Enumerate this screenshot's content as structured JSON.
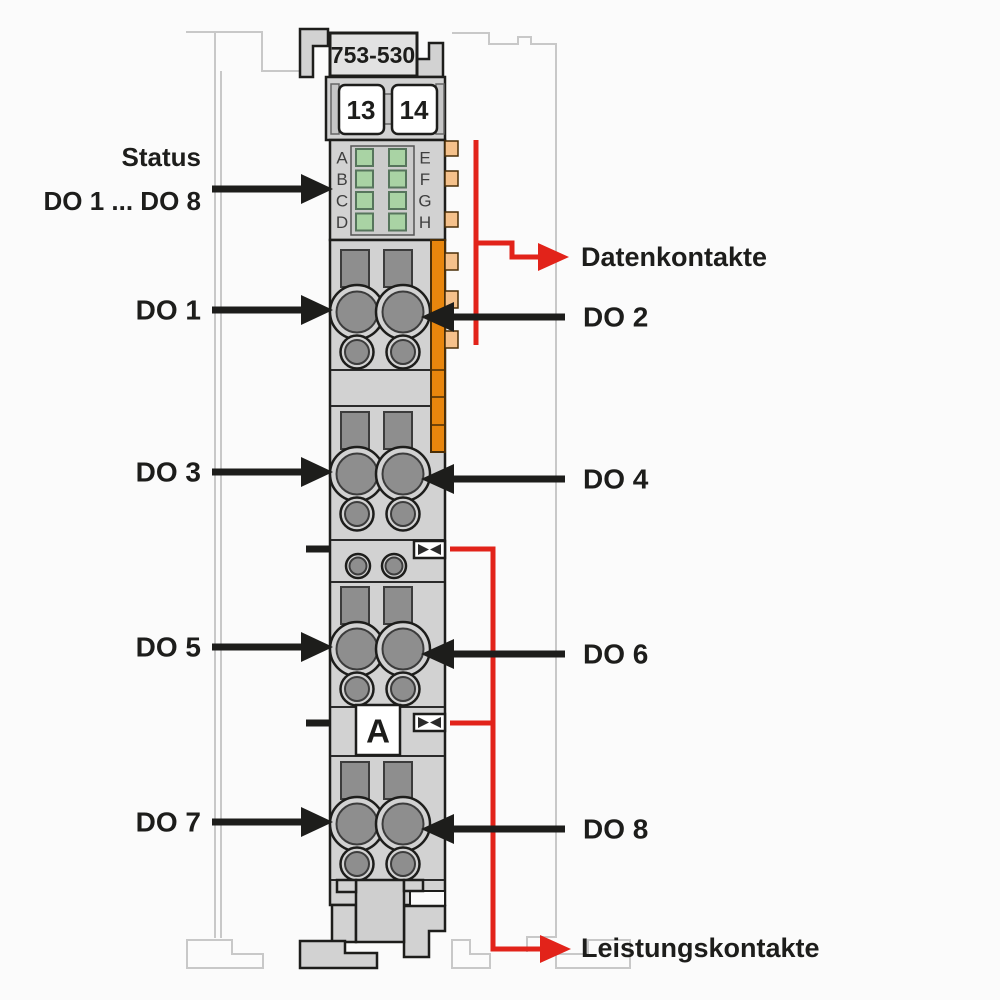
{
  "module": {
    "code": "753-530",
    "terminals": [
      "13",
      "14"
    ],
    "marker": "A",
    "led_letters_left": [
      "A",
      "B",
      "C",
      "D"
    ],
    "led_letters_right": [
      "E",
      "F",
      "G",
      "H"
    ]
  },
  "callouts": {
    "status_line1": "Status",
    "status_line2": "DO 1 ... DO 8",
    "left": [
      "DO 1",
      "DO 3",
      "DO 5",
      "DO 7"
    ],
    "right": [
      "DO 2",
      "DO 4",
      "DO 6",
      "DO 8"
    ],
    "data_contacts": "Datenkontakte",
    "power_contacts": "Leistungskontakte"
  },
  "colors": {
    "red": "#e2231a",
    "orange": "#e8860d",
    "orange_light": "#f5c18b",
    "led_green": "#a9d3a4",
    "body_gray": "#d2d2d2",
    "dark_gray": "#8e8e8e",
    "outline_gray": "#c8c8c8",
    "line_black": "#1d1d1b"
  }
}
